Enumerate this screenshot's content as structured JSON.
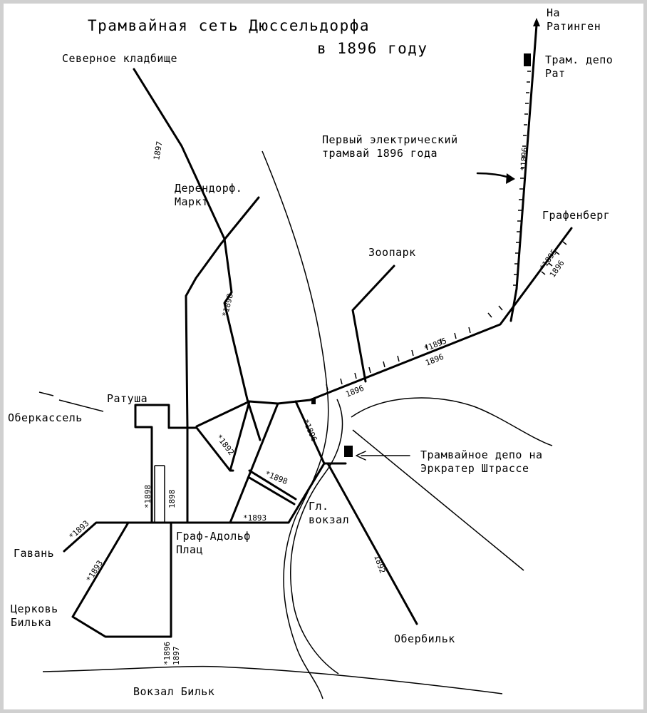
{
  "title": {
    "line1": "Трамвайная сеть Дюссельдорфа",
    "line2": "в 1896 году"
  },
  "places": {
    "ratingen": "На\nРатинген",
    "depot_rath": "Трам. депо\nРат",
    "first_electric": "Первый электрический\nтрамвай 1896 года",
    "north_cemetery": "Северное кладбище",
    "derendorf": "Дерендорф.\nМаркт",
    "grafenberg": "Графенберг",
    "zoo": "Зоопарк",
    "rathaus": "Ратуша",
    "oberkassel": "Оберкассель",
    "depot_erkrather": "Трамвайное депо на\nЭркратер Штрассе",
    "hbf": "Гл.\nвокзал",
    "graf_adolf": "Граф-Адольф\nПлац",
    "hafen": "Гавань",
    "bilk_church": "Церковь\nБилька",
    "oberbilk": "Обербильк",
    "bilk_station": "Вокзал Бильк"
  },
  "line_dates": {
    "d1897_north": "1897",
    "d1898_derendorf": "*1898",
    "d1896_rath": "*1896",
    "d1895_grafenberg": "*1895",
    "d1896_grafenberg": "1896",
    "d1895_east": "*1895",
    "d1896_east": "1896",
    "d1896_hbf": "1896",
    "d1896_diag": "*1896",
    "d1892_nw": "*1892",
    "d1898_mid": "*1898",
    "d1898_v1": "*1898",
    "d1898_v2": "1898",
    "d1893_bottom": "*1893",
    "d1893_hafen": "*1893",
    "d1893_bilk": "*1893",
    "d1896_bilk": "*1896",
    "d1897_bilk": "1897",
    "d1892_oberbilk": "1892"
  }
}
